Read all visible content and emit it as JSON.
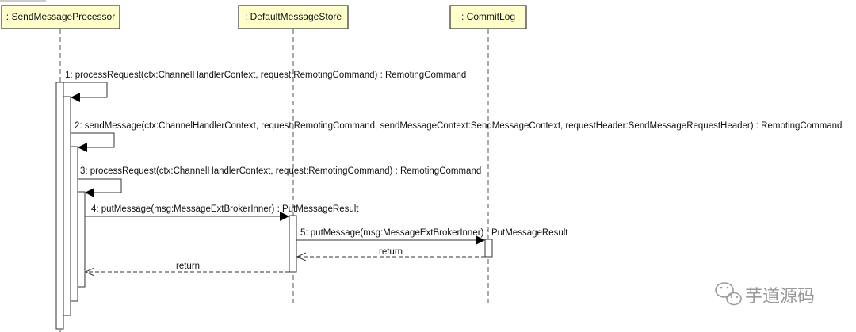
{
  "participants": [
    {
      "label": ": SendMessageProcessor"
    },
    {
      "label": ": DefaultMessageStore"
    },
    {
      "label": ": CommitLog"
    }
  ],
  "messages": [
    {
      "label": "1: processRequest(ctx:ChannelHandlerContext, request:RemotingCommand) : RemotingCommand"
    },
    {
      "label": "2: sendMessage(ctx:ChannelHandlerContext, request:RemotingCommand, sendMessageContext:SendMessageContext, requestHeader:SendMessageRequestHeader) : RemotingCommand"
    },
    {
      "label": "3: processRequest(ctx:ChannelHandlerContext, request:RemotingCommand) : RemotingCommand"
    },
    {
      "label": "4: putMessage(msg:MessageExtBrokerInner) : PutMessageResult"
    },
    {
      "label": "5: putMessage(msg:MessageExtBrokerInner) : PutMessageResult"
    },
    {
      "label": "return"
    },
    {
      "label": "return"
    }
  ],
  "watermark": {
    "text": "芋道源码",
    "icon": "wechat-icon"
  },
  "colors": {
    "header_fill": "#ffffcc",
    "line": "#333333",
    "lifeline": "#555555",
    "watermark": "#9a9a9a"
  }
}
